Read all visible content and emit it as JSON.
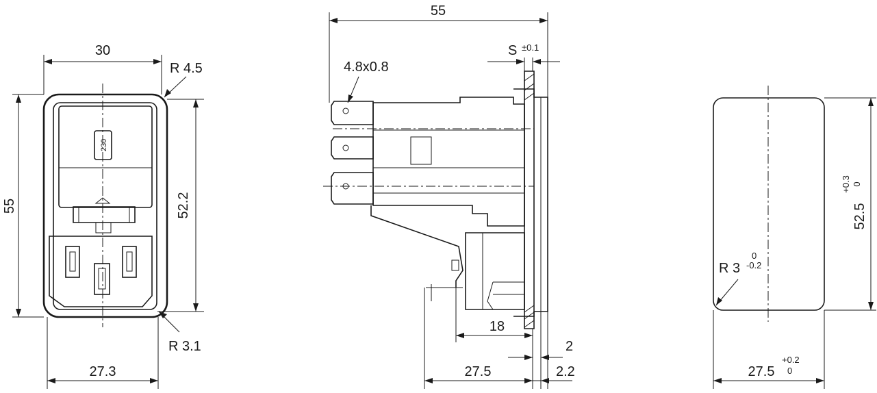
{
  "front_view": {
    "width_top": "30",
    "height_outer": "55",
    "height_inner": "52.2",
    "width_bottom": "27.3",
    "radius_top": "R 4.5",
    "radius_bottom": "R 3.1",
    "voltage_label": "230"
  },
  "side_view": {
    "length_total": "55",
    "panel_thickness": "S",
    "panel_thickness_tol": "±0.1",
    "tab_size": "4.8x0.8",
    "depth_18": "18",
    "dim_2": "2",
    "depth_27_5": "27.5",
    "dim_2_2": "2.2"
  },
  "cutout_view": {
    "height": "52.5",
    "height_tol_upper": "+0.3",
    "height_tol_lower": "0",
    "width": "27.5",
    "width_tol_upper": "+0.2",
    "width_tol_lower": "0",
    "radius": "R 3",
    "radius_tol_upper": "0",
    "radius_tol_lower": "-0.2"
  }
}
